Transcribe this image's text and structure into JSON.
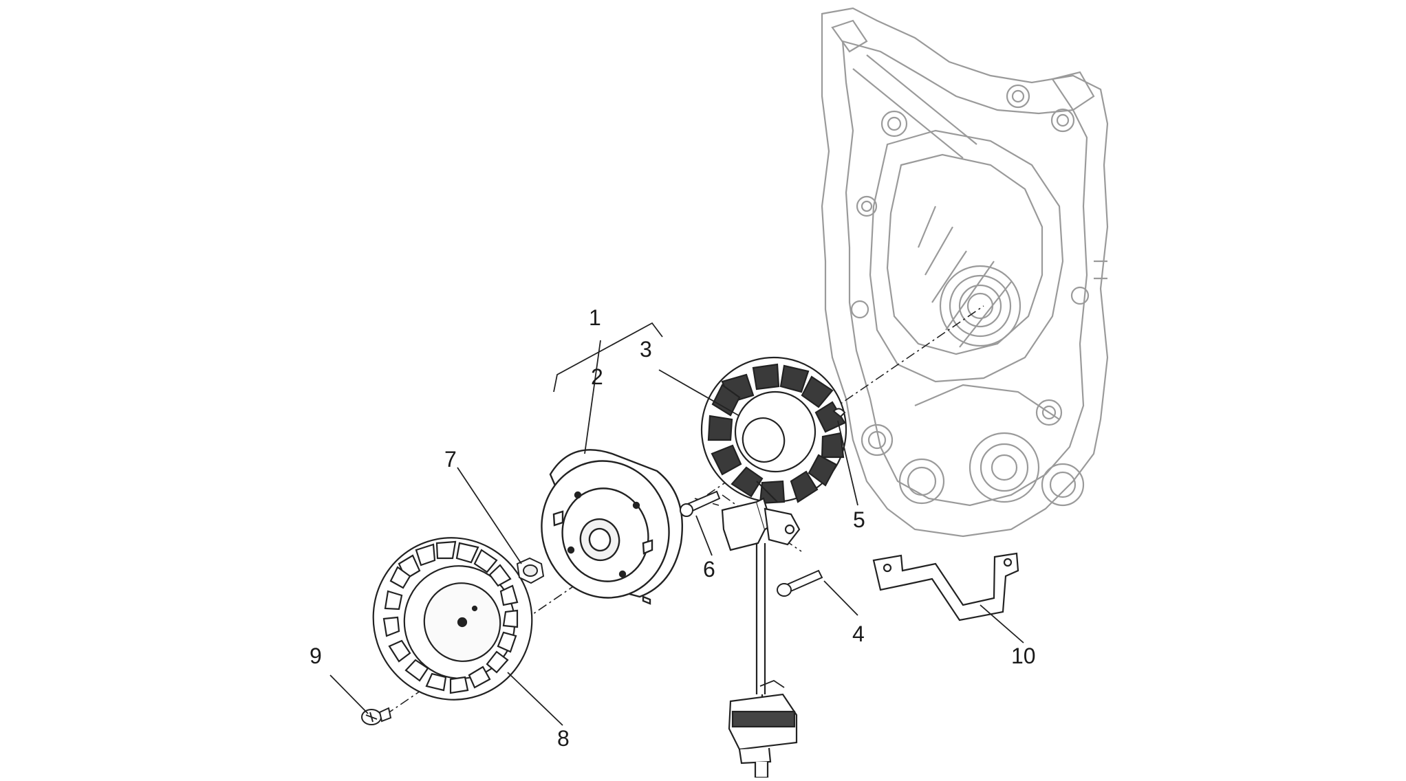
{
  "diagram": {
    "callouts": [
      {
        "id": "1",
        "label": "1"
      },
      {
        "id": "2",
        "label": "2"
      },
      {
        "id": "3",
        "label": "3"
      },
      {
        "id": "4",
        "label": "4"
      },
      {
        "id": "5",
        "label": "5"
      },
      {
        "id": "6",
        "label": "6"
      },
      {
        "id": "7",
        "label": "7"
      },
      {
        "id": "8",
        "label": "8"
      },
      {
        "id": "9",
        "label": "9"
      },
      {
        "id": "10",
        "label": "10"
      }
    ],
    "colors": {
      "line": "#222222",
      "engine_line": "#9a9a9a",
      "background": "#ffffff"
    }
  }
}
